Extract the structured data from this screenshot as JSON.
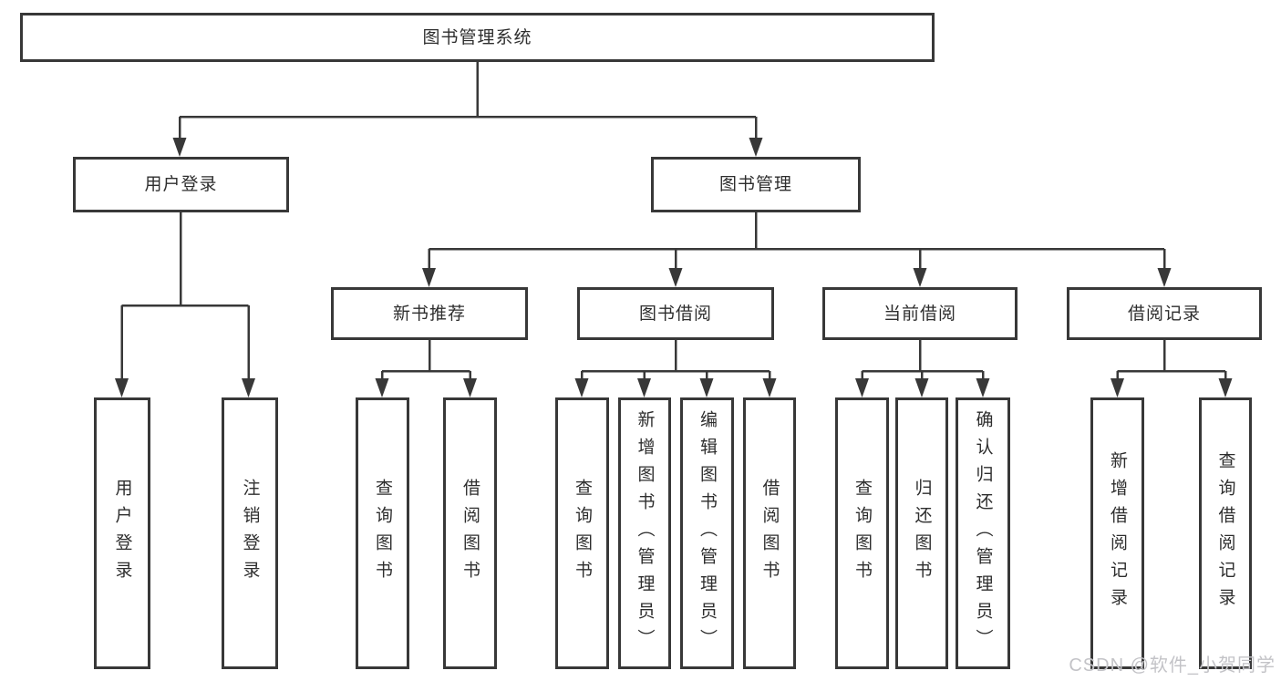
{
  "tree": {
    "label": "图书管理系统",
    "children": [
      {
        "label": "用户登录",
        "children": [
          {
            "label": "用户登录"
          },
          {
            "label": "注销登录"
          }
        ]
      },
      {
        "label": "图书管理",
        "children": [
          {
            "label": "新书推荐",
            "children": [
              {
                "label": "查询图书"
              },
              {
                "label": "借阅图书"
              }
            ]
          },
          {
            "label": "图书借阅",
            "children": [
              {
                "label": "查询图书"
              },
              {
                "label": "新增图书（管理员）"
              },
              {
                "label": "编辑图书（管理员）"
              },
              {
                "label": "借阅图书"
              }
            ]
          },
          {
            "label": "当前借阅",
            "children": [
              {
                "label": "查询图书"
              },
              {
                "label": "归还图书"
              },
              {
                "label": "确认归还（管理员）"
              }
            ]
          },
          {
            "label": "借阅记录",
            "children": [
              {
                "label": "新增借阅记录"
              },
              {
                "label": "查询借阅记录"
              }
            ]
          }
        ]
      }
    ]
  },
  "watermark": {
    "text": "CSDN @软件_小贺同学"
  },
  "colors": {
    "line": "#383838",
    "box_border": "#383838",
    "box_fill": "#ffffff",
    "text": "#2e2e2e",
    "watermark": "#c3c3c7"
  }
}
